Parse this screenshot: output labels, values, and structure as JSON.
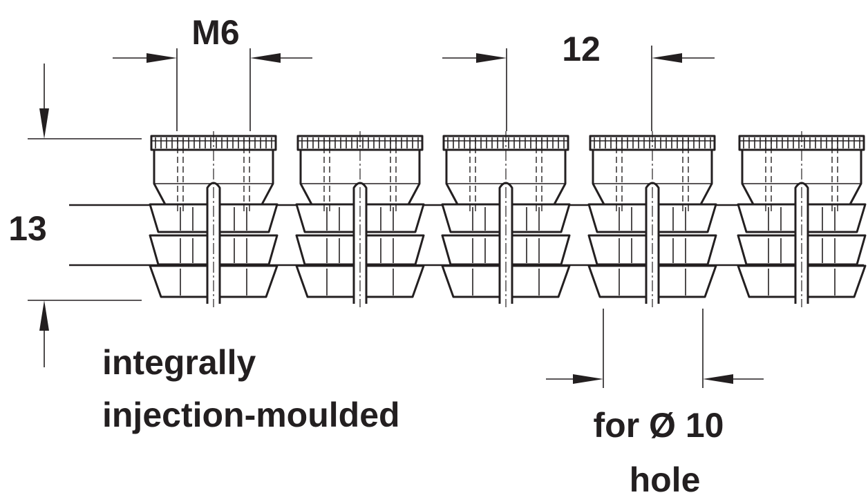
{
  "labels": {
    "thread": "M6",
    "pitch": "12",
    "height": "13",
    "note_line1": "integrally",
    "note_line2": "injection-moulded",
    "hole_line1": "for Ø 10",
    "hole_line2": "hole"
  },
  "fitting_count": 5,
  "colors": {
    "ink": "#231f20",
    "background": "#ffffff"
  }
}
